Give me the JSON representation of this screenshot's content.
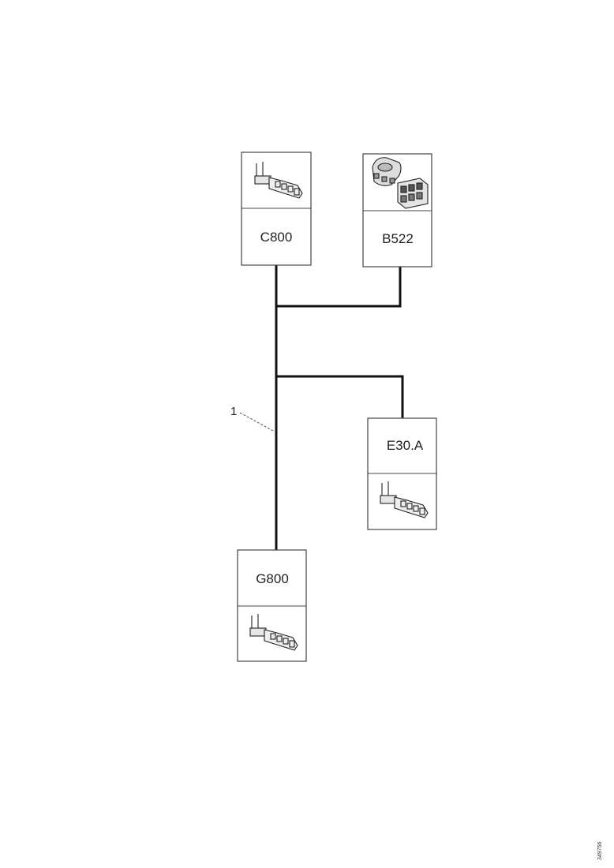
{
  "connectors": [
    {
      "id": "c800",
      "label": "C800",
      "icon": "connector-plug-icon"
    },
    {
      "id": "b522",
      "label": "B522",
      "icon": "connector-housing-icon"
    },
    {
      "id": "e30a",
      "label": "E30.A",
      "icon": "connector-plug-icon"
    },
    {
      "id": "g800",
      "label": "G800",
      "icon": "connector-plug-icon"
    }
  ],
  "harness": {
    "callout": "1"
  },
  "reference_code": "349756",
  "colors": {
    "line": "#111111",
    "box_border": "#444444",
    "background": "#ffffff"
  }
}
